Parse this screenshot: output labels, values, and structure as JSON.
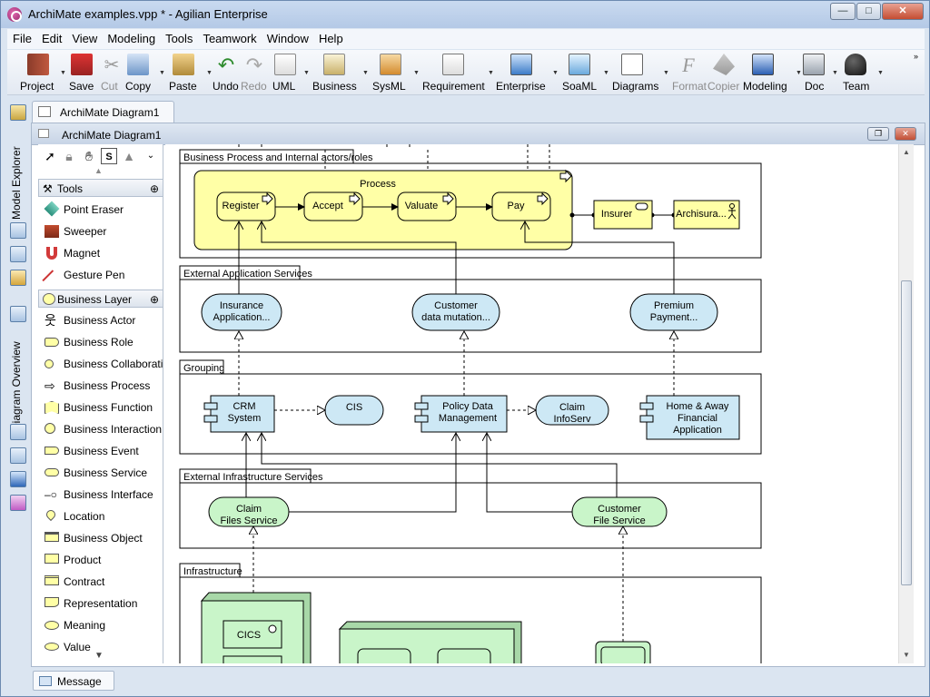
{
  "window": {
    "title": "ArchiMate examples.vpp * - Agilian Enterprise"
  },
  "window_buttons": {
    "minimize": "—",
    "maximize": "□",
    "close": "✕"
  },
  "menu": [
    "File",
    "Edit",
    "View",
    "Modeling",
    "Tools",
    "Teamwork",
    "Window",
    "Help"
  ],
  "toolbar": {
    "project": "Project",
    "save": "Save",
    "cut": "Cut",
    "copy": "Copy",
    "paste": "Paste",
    "undo": "Undo",
    "redo": "Redo",
    "uml": "UML",
    "business": "Business",
    "sysml": "SysML",
    "requirement": "Requirement",
    "enterprise": "Enterprise",
    "soaml": "SoaML",
    "diagrams": "Diagrams",
    "format": "Format",
    "copier": "Copier",
    "modeling": "Modeling",
    "doc": "Doc",
    "team": "Team"
  },
  "side_tabs": {
    "model_explorer": "Model Explorer",
    "diagram_overview": "Diagram Overview"
  },
  "doc_tab": {
    "label": "ArchiMate Diagram1"
  },
  "diagram_window": {
    "title": "ArchiMate Diagram1"
  },
  "palette": {
    "tools_section": "Tools",
    "tools": [
      "Point Eraser",
      "Sweeper",
      "Magnet",
      "Gesture Pen"
    ],
    "business_section": "Business Layer",
    "business": [
      "Business Actor",
      "Business Role",
      "Business Collaboration",
      "Business Process",
      "Business Function",
      "Business Interaction",
      "Business Event",
      "Business Service",
      "Business Interface",
      "Location",
      "Business Object",
      "Product",
      "Contract",
      "Representation",
      "Meaning",
      "Value"
    ]
  },
  "diagram": {
    "groups": {
      "g1": "Business Process and Internal actors/roles",
      "g2": "External Application Services",
      "g3": "Grouping",
      "g4": "External Infrastructure Services",
      "g5": "Infrastructure"
    },
    "process": {
      "label": "Process",
      "register": "Register",
      "accept": "Accept",
      "valuate": "Valuate",
      "pay": "Pay"
    },
    "insurer": "Insurer",
    "archisura": "Archisura...",
    "app_services": {
      "insurance_1": "Insurance",
      "insurance_2": "Application...",
      "customer_1": "Customer",
      "customer_2": "data mutation...",
      "premium_1": "Premium",
      "premium_2": "Payment..."
    },
    "components": {
      "crm_1": "CRM",
      "crm_2": "System",
      "cis": "CIS",
      "policy_1": "Policy Data",
      "policy_2": "Management",
      "claim_info_1": "Claim",
      "claim_info_2": "InfoServ",
      "home_1": "Home & Away",
      "home_2": "Financial",
      "home_3": "Application"
    },
    "infra_services": {
      "claim_files_1": "Claim",
      "claim_files_2": "Files Service",
      "customer_file_1": "Customer",
      "customer_file_2": "File Service"
    },
    "infra": {
      "cics": "CICS"
    }
  },
  "statusbar": {
    "message": "Message"
  },
  "colors": {
    "business": "#ffffa6",
    "application": "#cde8f5",
    "technology": "#c9f5c9"
  }
}
